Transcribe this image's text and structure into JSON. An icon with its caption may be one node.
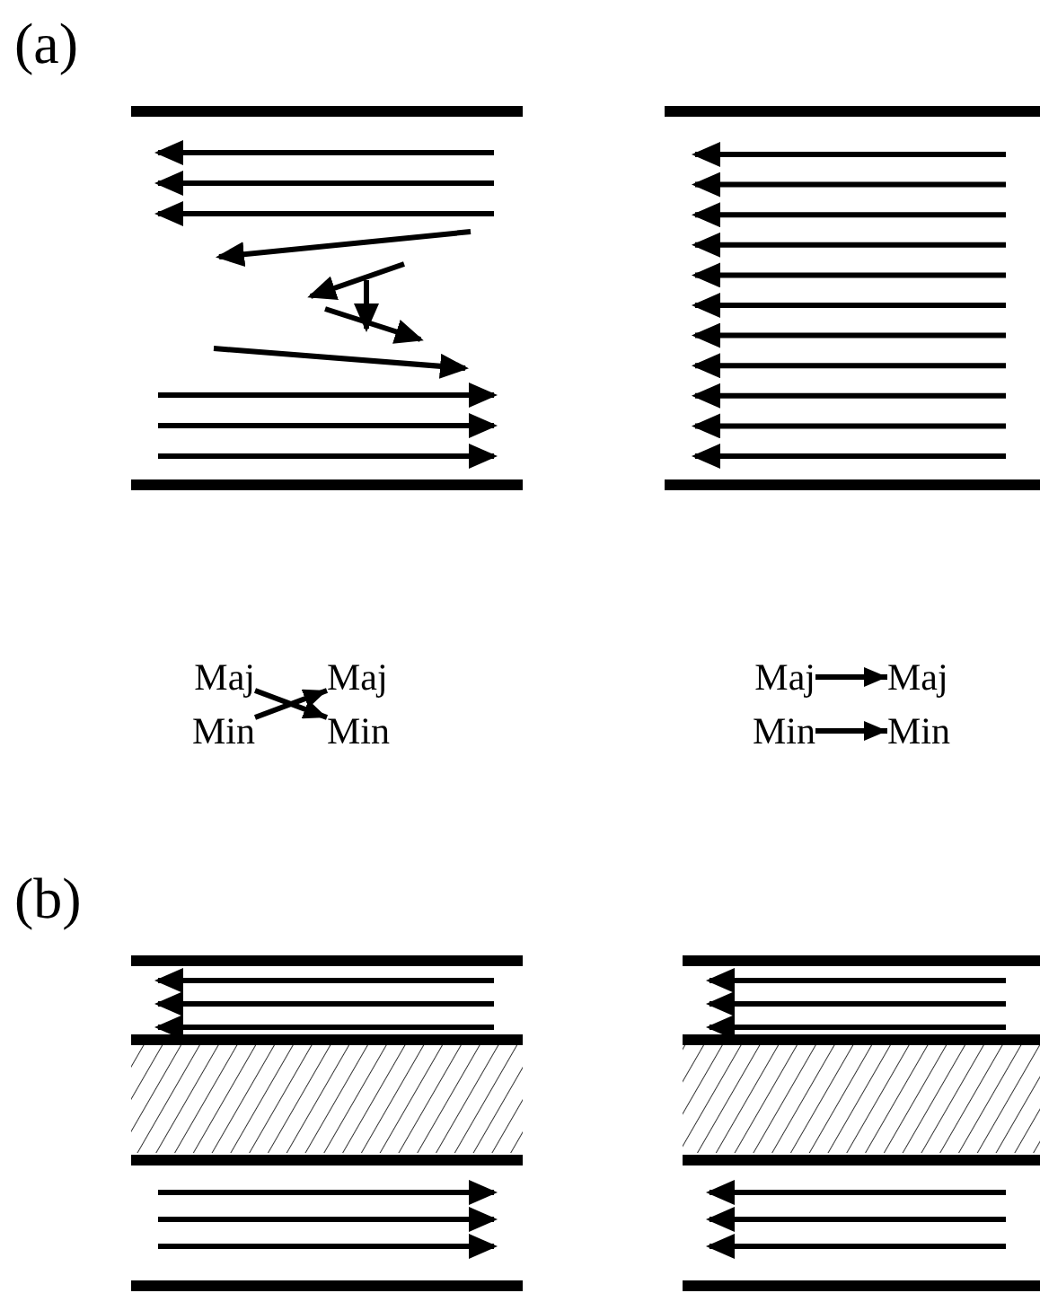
{
  "diagram": {
    "nodes": [
      {
        "text": [
          "Maj"
        ]
      },
      {
        "text": [
          "Maj"
        ]
      },
      {
        "text": [
          "Min"
        ]
      },
      {
        "text": [
          "Min"
        ]
      },
      {
        "text": [
          "Maj"
        ]
      },
      {
        "text": [
          "Maj"
        ]
      },
      {
        "text": [
          "Min"
        ]
      },
      {
        "text": [
          "Min"
        ]
      }
    ],
    "edges": [
      {
        "from": 0,
        "to": 3,
        "arrow": "to"
      },
      {
        "from": 2,
        "to": 1,
        "arrow": "to"
      },
      {
        "from": 4,
        "to": 5,
        "arrow": "to"
      },
      {
        "from": 6,
        "to": 7,
        "arrow": "to"
      }
    ],
    "labels": [
      "(a)",
      "(b)"
    ]
  }
}
